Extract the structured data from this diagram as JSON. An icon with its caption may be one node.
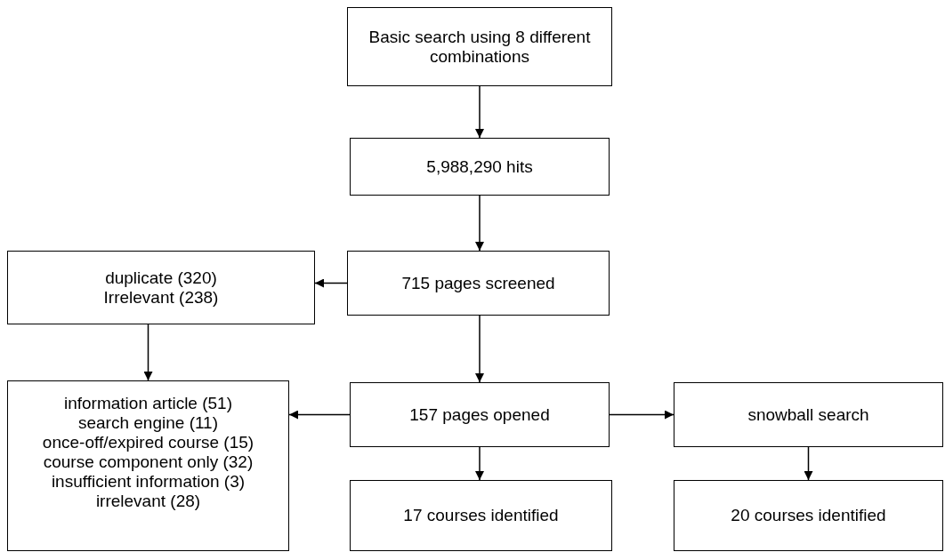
{
  "diagram": {
    "nodes": [
      {
        "text": [
          "Basic search using 8 different combinations"
        ]
      },
      {
        "text": [
          "5,988,290 hits"
        ]
      },
      {
        "text": [
          "duplicate (320)",
          "Irrelevant (238)"
        ]
      },
      {
        "text": [
          "715 pages screened"
        ]
      },
      {
        "text": [
          "information article (51)",
          "search engine (11)",
          "once-off/expired course (15)",
          "course component only (32)",
          "insufficient information (3)",
          "irrelevant (28)"
        ]
      },
      {
        "text": [
          "157 pages opened"
        ]
      },
      {
        "text": [
          "snowball search"
        ]
      },
      {
        "text": [
          "17 courses identified"
        ]
      },
      {
        "text": [
          "20 courses identified"
        ]
      }
    ],
    "edges": [
      {
        "from": 0,
        "to": 1,
        "arrow": "to"
      },
      {
        "from": 1,
        "to": 3,
        "arrow": "to"
      },
      {
        "from": 3,
        "to": 2,
        "arrow": "to"
      },
      {
        "from": 2,
        "to": 4,
        "arrow": "to"
      },
      {
        "from": 3,
        "to": 5,
        "arrow": "to"
      },
      {
        "from": 5,
        "to": 4,
        "arrow": "to"
      },
      {
        "from": 5,
        "to": 6,
        "arrow": "to"
      },
      {
        "from": 5,
        "to": 7,
        "arrow": "to"
      },
      {
        "from": 6,
        "to": 8,
        "arrow": "to"
      }
    ]
  }
}
